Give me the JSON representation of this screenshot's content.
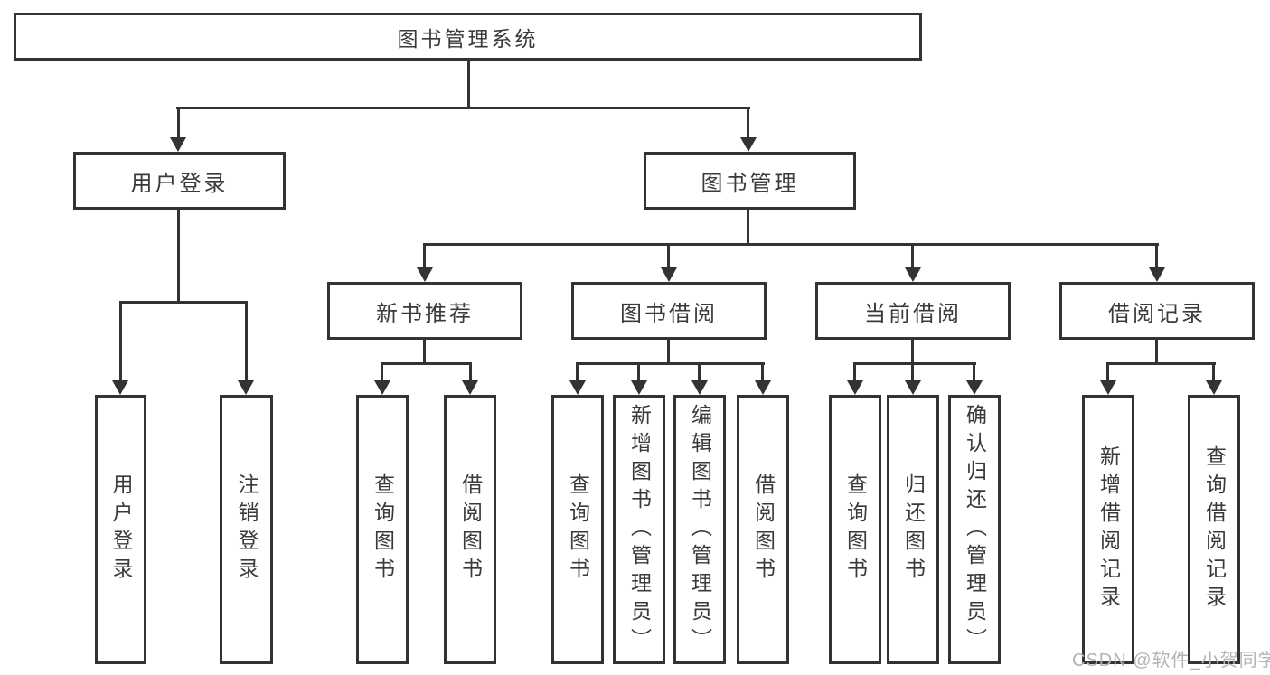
{
  "diagram": {
    "title": "图书管理系统",
    "colors": {
      "line": "#333333",
      "text": "#3a3a3a",
      "box_background": "#ffffff",
      "watermark": "#b4b4b4"
    },
    "nodes": {
      "root": "图书管理系统",
      "l2": {
        "user_login": "用户登录",
        "book_mgmt": "图书管理"
      },
      "l3": {
        "new_book": "新书推荐",
        "borrow": "图书借阅",
        "current": "当前借阅",
        "records": "借阅记录"
      },
      "leaves": {
        "user_login": "用户登录",
        "logout": "注销登录",
        "nb_query": "查询图书",
        "nb_borrow": "借阅图书",
        "bb_query": "查询图书",
        "bb_add": "新增图书（管理员）",
        "bb_edit": "编辑图书（管理员）",
        "bb_borrow": "借阅图书",
        "cb_query": "查询图书",
        "cb_return": "归还图书",
        "cb_confirm": "确认归还（管理员）",
        "rec_add": "新增借阅记录",
        "rec_query": "查询借阅记录"
      }
    },
    "watermark": "CSDN @软件_小贺同学"
  }
}
